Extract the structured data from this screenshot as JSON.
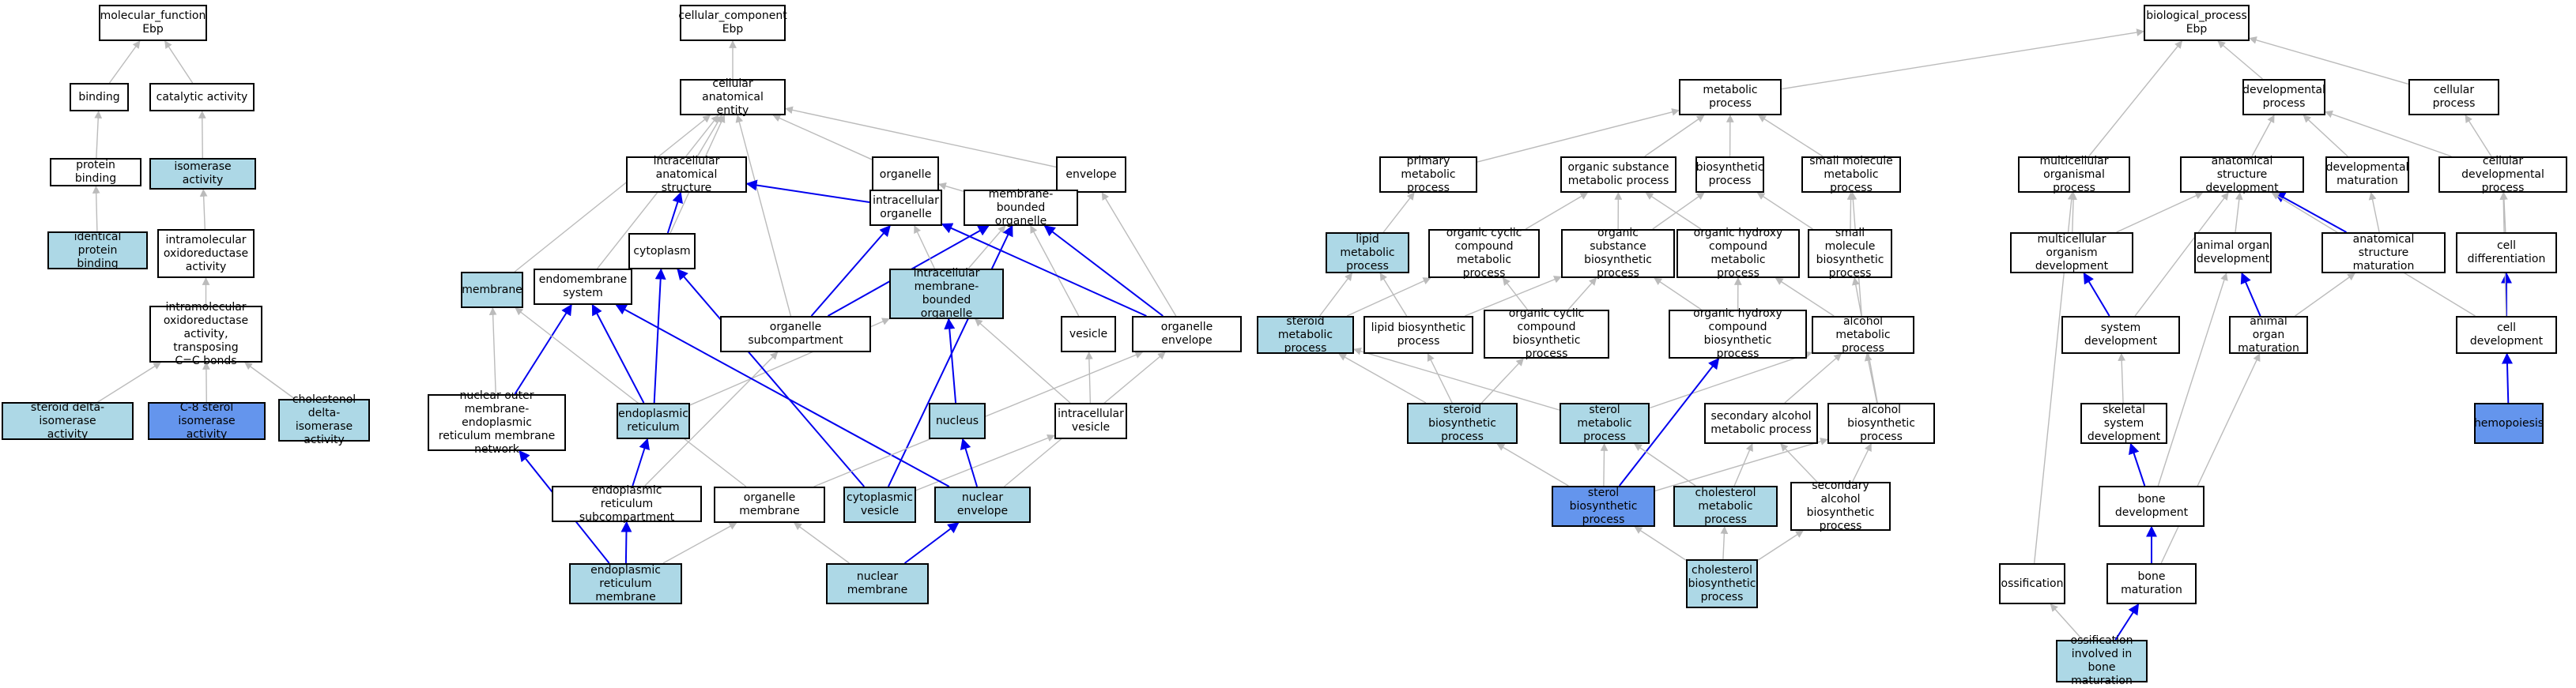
{
  "colors": {
    "default_fill": "#ffffff",
    "highlight_fill": "#add8e6",
    "query_fill": "#6495ed",
    "edge_is_a": "#bbbbbb",
    "edge_annotated_path": "#0000ee"
  },
  "nodes": {
    "mf": {
      "label": "molecular_function\nEbp",
      "fill": "default"
    },
    "bind": {
      "label": "binding",
      "fill": "default"
    },
    "cat": {
      "label": "catalytic activity",
      "fill": "default"
    },
    "pbind": {
      "label": "protein binding",
      "fill": "default"
    },
    "isoact": {
      "label": "isomerase activity",
      "fill": "light"
    },
    "ipb": {
      "label": "identical protein\nbinding",
      "fill": "light"
    },
    "intra": {
      "label": "intramolecular\noxidoreductase\nactivity",
      "fill": "default"
    },
    "intra2": {
      "label": "intramolecular\noxidoreductase\nactivity, transposing\nC=C bonds",
      "fill": "default"
    },
    "sdi": {
      "label": "steroid delta-isomerase\nactivity",
      "fill": "light"
    },
    "c8": {
      "label": "C-8 sterol isomerase\nactivity",
      "fill": "blue"
    },
    "chdi": {
      "label": "cholestenol\ndelta-isomerase\nactivity",
      "fill": "light"
    },
    "cc": {
      "label": "cellular_component\nEbp",
      "fill": "default"
    },
    "cae": {
      "label": "cellular anatomical\nentity",
      "fill": "default"
    },
    "ias": {
      "label": "intracellular\nanatomical structure",
      "fill": "default"
    },
    "org": {
      "label": "organelle",
      "fill": "default"
    },
    "env": {
      "label": "envelope",
      "fill": "default"
    },
    "cyto": {
      "label": "cytoplasm",
      "fill": "default"
    },
    "io": {
      "label": "intracellular\norganelle",
      "fill": "default"
    },
    "mbo": {
      "label": "membrane-bounded\norganelle",
      "fill": "default"
    },
    "mem": {
      "label": "membrane",
      "fill": "light"
    },
    "endo": {
      "label": "endomembrane\nsystem",
      "fill": "default"
    },
    "osub": {
      "label": "organelle subcompartment",
      "fill": "default"
    },
    "imbo": {
      "label": "intracellular\nmembrane-bounded\norganelle",
      "fill": "light"
    },
    "ves": {
      "label": "vesicle",
      "fill": "default"
    },
    "oenv": {
      "label": "organelle envelope",
      "fill": "default"
    },
    "nomer": {
      "label": "nuclear outer\nmembrane-endoplasmic\nreticulum membrane\nnetwork",
      "fill": "default"
    },
    "er": {
      "label": "endoplasmic\nreticulum",
      "fill": "light"
    },
    "nuc": {
      "label": "nucleus",
      "fill": "light"
    },
    "iv": {
      "label": "intracellular\nvesicle",
      "fill": "default"
    },
    "ersub": {
      "label": "endoplasmic\nreticulum subcompartment",
      "fill": "default"
    },
    "omem": {
      "label": "organelle membrane",
      "fill": "default"
    },
    "cves": {
      "label": "cytoplasmic\nvesicle",
      "fill": "light"
    },
    "nenv": {
      "label": "nuclear envelope",
      "fill": "light"
    },
    "erm": {
      "label": "endoplasmic\nreticulum membrane",
      "fill": "light"
    },
    "nmem": {
      "label": "nuclear membrane",
      "fill": "light"
    },
    "bp": {
      "label": "biological_process\nEbp",
      "fill": "default"
    },
    "mp": {
      "label": "metabolic process",
      "fill": "default"
    },
    "dp": {
      "label": "developmental\nprocess",
      "fill": "default"
    },
    "cp": {
      "label": "cellular process",
      "fill": "default"
    },
    "pmp": {
      "label": "primary metabolic\nprocess",
      "fill": "default"
    },
    "osmp": {
      "label": "organic substance\nmetabolic process",
      "fill": "default"
    },
    "bsp": {
      "label": "biosynthetic\nprocess",
      "fill": "default"
    },
    "smmp": {
      "label": "small molecule\nmetabolic process",
      "fill": "default"
    },
    "mop": {
      "label": "multicellular\norganismal process",
      "fill": "default"
    },
    "asd": {
      "label": "anatomical structure\ndevelopment",
      "fill": "default"
    },
    "dm": {
      "label": "developmental\nmaturation",
      "fill": "default"
    },
    "cdp": {
      "label": "cellular developmental\nprocess",
      "fill": "default"
    },
    "lmp": {
      "label": "lipid metabolic\nprocess",
      "fill": "light"
    },
    "occmp": {
      "label": "organic cyclic\ncompound metabolic\nprocess",
      "fill": "default"
    },
    "osbp": {
      "label": "organic substance\nbiosynthetic\nprocess",
      "fill": "default"
    },
    "ohcmp": {
      "label": "organic hydroxy\ncompound metabolic\nprocess",
      "fill": "default"
    },
    "smbp": {
      "label": "small molecule\nbiosynthetic\nprocess",
      "fill": "default"
    },
    "mod": {
      "label": "multicellular\norganism development",
      "fill": "default"
    },
    "aod": {
      "label": "animal organ\ndevelopment",
      "fill": "default"
    },
    "asm": {
      "label": "anatomical structure\nmaturation",
      "fill": "default"
    },
    "cdiff": {
      "label": "cell differentiation",
      "fill": "default"
    },
    "stmp": {
      "label": "steroid metabolic\nprocess",
      "fill": "light"
    },
    "lbp": {
      "label": "lipid biosynthetic\nprocess",
      "fill": "default"
    },
    "occbp": {
      "label": "organic cyclic\ncompound biosynthetic\nprocess",
      "fill": "default"
    },
    "ohcbp": {
      "label": "organic hydroxy\ncompound biosynthetic\nprocess",
      "fill": "default"
    },
    "amp": {
      "label": "alcohol metabolic\nprocess",
      "fill": "default"
    },
    "sd": {
      "label": "system development",
      "fill": "default"
    },
    "aom": {
      "label": "animal organ\nmaturation",
      "fill": "default"
    },
    "cd": {
      "label": "cell development",
      "fill": "default"
    },
    "stbp": {
      "label": "steroid biosynthetic\nprocess",
      "fill": "light"
    },
    "sterm": {
      "label": "sterol metabolic\nprocess",
      "fill": "light"
    },
    "samp": {
      "label": "secondary alcohol\nmetabolic process",
      "fill": "default"
    },
    "abp": {
      "label": "alcohol biosynthetic\nprocess",
      "fill": "default"
    },
    "ssd": {
      "label": "skeletal system\ndevelopment",
      "fill": "default"
    },
    "hemo": {
      "label": "hemopoiesis",
      "fill": "blue"
    },
    "sterb": {
      "label": "sterol biosynthetic\nprocess",
      "fill": "blue"
    },
    "chmp": {
      "label": "cholesterol\nmetabolic process",
      "fill": "light"
    },
    "sabp": {
      "label": "secondary alcohol\nbiosynthetic\nprocess",
      "fill": "default"
    },
    "bdev": {
      "label": "bone development",
      "fill": "default"
    },
    "chbp": {
      "label": "cholesterol\nbiosynthetic\nprocess",
      "fill": "light"
    },
    "oss": {
      "label": "ossification",
      "fill": "default"
    },
    "bmat": {
      "label": "bone maturation",
      "fill": "default"
    },
    "oibm": {
      "label": "ossification\ninvolved in\nbone maturation",
      "fill": "light"
    }
  },
  "edges": [
    [
      "bind",
      "mf",
      "gray"
    ],
    [
      "cat",
      "mf",
      "gray"
    ],
    [
      "pbind",
      "bind",
      "gray"
    ],
    [
      "isoact",
      "cat",
      "gray"
    ],
    [
      "ipb",
      "pbind",
      "gray"
    ],
    [
      "intra",
      "isoact",
      "gray"
    ],
    [
      "intra2",
      "intra",
      "gray"
    ],
    [
      "sdi",
      "intra2",
      "gray"
    ],
    [
      "c8",
      "intra2",
      "gray"
    ],
    [
      "chdi",
      "intra2",
      "gray"
    ],
    [
      "cae",
      "cc",
      "gray"
    ],
    [
      "ias",
      "cae",
      "gray"
    ],
    [
      "org",
      "cae",
      "gray"
    ],
    [
      "env",
      "cae",
      "gray"
    ],
    [
      "cyto",
      "cae",
      "gray"
    ],
    [
      "mem",
      "cae",
      "gray"
    ],
    [
      "endo",
      "cae",
      "gray"
    ],
    [
      "osub",
      "cae",
      "gray"
    ],
    [
      "cyto",
      "ias",
      "blue"
    ],
    [
      "io",
      "ias",
      "blue"
    ],
    [
      "io",
      "org",
      "gray"
    ],
    [
      "mbo",
      "org",
      "gray"
    ],
    [
      "osub",
      "io",
      "blue"
    ],
    [
      "osub",
      "mbo",
      "blue"
    ],
    [
      "imbo",
      "io",
      "gray"
    ],
    [
      "imbo",
      "mbo",
      "gray"
    ],
    [
      "ves",
      "mbo",
      "gray"
    ],
    [
      "oenv",
      "io",
      "blue"
    ],
    [
      "oenv",
      "mbo",
      "blue"
    ],
    [
      "oenv",
      "env",
      "gray"
    ],
    [
      "nomer",
      "endo",
      "blue"
    ],
    [
      "nomer",
      "mem",
      "gray"
    ],
    [
      "er",
      "endo",
      "blue"
    ],
    [
      "er",
      "cyto",
      "blue"
    ],
    [
      "er",
      "imbo",
      "gray"
    ],
    [
      "nuc",
      "imbo",
      "blue"
    ],
    [
      "iv",
      "ves",
      "gray"
    ],
    [
      "iv",
      "imbo",
      "gray"
    ],
    [
      "ersub",
      "er",
      "blue"
    ],
    [
      "ersub",
      "osub",
      "gray"
    ],
    [
      "cves",
      "cyto",
      "blue"
    ],
    [
      "cves",
      "iv",
      "gray"
    ],
    [
      "cves",
      "mbo",
      "blue"
    ],
    [
      "nenv",
      "nuc",
      "blue"
    ],
    [
      "nenv",
      "oenv",
      "gray"
    ],
    [
      "nenv",
      "endo",
      "blue"
    ],
    [
      "omem",
      "oenv",
      "gray"
    ],
    [
      "omem",
      "mem",
      "gray"
    ],
    [
      "erm",
      "ersub",
      "blue"
    ],
    [
      "erm",
      "nomer",
      "blue"
    ],
    [
      "erm",
      "omem",
      "gray"
    ],
    [
      "nmem",
      "nenv",
      "blue"
    ],
    [
      "nmem",
      "omem",
      "gray"
    ],
    [
      "mp",
      "bp",
      "gray"
    ],
    [
      "dp",
      "bp",
      "gray"
    ],
    [
      "cp",
      "bp",
      "gray"
    ],
    [
      "mop",
      "bp",
      "gray"
    ],
    [
      "pmp",
      "mp",
      "gray"
    ],
    [
      "osmp",
      "mp",
      "gray"
    ],
    [
      "bsp",
      "mp",
      "gray"
    ],
    [
      "smmp",
      "mp",
      "gray"
    ],
    [
      "asd",
      "dp",
      "gray"
    ],
    [
      "dm",
      "dp",
      "gray"
    ],
    [
      "cdp",
      "dp",
      "gray"
    ],
    [
      "cdp",
      "cp",
      "gray"
    ],
    [
      "lmp",
      "pmp",
      "gray"
    ],
    [
      "occmp",
      "osmp",
      "gray"
    ],
    [
      "osbp",
      "osmp",
      "gray"
    ],
    [
      "osbp",
      "bsp",
      "gray"
    ],
    [
      "ohcmp",
      "osmp",
      "gray"
    ],
    [
      "smbp",
      "smmp",
      "gray"
    ],
    [
      "smbp",
      "bsp",
      "gray"
    ],
    [
      "mod",
      "asd",
      "gray"
    ],
    [
      "mod",
      "mop",
      "gray"
    ],
    [
      "aod",
      "asd",
      "gray"
    ],
    [
      "asm",
      "asd",
      "blue"
    ],
    [
      "asm",
      "dm",
      "gray"
    ],
    [
      "cdiff",
      "cdp",
      "gray"
    ],
    [
      "stmp",
      "lmp",
      "gray"
    ],
    [
      "stmp",
      "occmp",
      "gray"
    ],
    [
      "lbp",
      "lmp",
      "gray"
    ],
    [
      "lbp",
      "osbp",
      "gray"
    ],
    [
      "occbp",
      "occmp",
      "gray"
    ],
    [
      "occbp",
      "osbp",
      "gray"
    ],
    [
      "ohcbp",
      "ohcmp",
      "gray"
    ],
    [
      "ohcbp",
      "osbp",
      "gray"
    ],
    [
      "amp",
      "ohcmp",
      "gray"
    ],
    [
      "amp",
      "smmp",
      "gray"
    ],
    [
      "sd",
      "mod",
      "blue"
    ],
    [
      "sd",
      "asd",
      "gray"
    ],
    [
      "aom",
      "aod",
      "blue"
    ],
    [
      "aom",
      "asm",
      "gray"
    ],
    [
      "cd",
      "cdiff",
      "blue"
    ],
    [
      "cd",
      "asd",
      "gray"
    ],
    [
      "cd",
      "cdp",
      "gray"
    ],
    [
      "stbp",
      "stmp",
      "gray"
    ],
    [
      "stbp",
      "lbp",
      "gray"
    ],
    [
      "stbp",
      "occbp",
      "gray"
    ],
    [
      "sterm",
      "stmp",
      "gray"
    ],
    [
      "sterm",
      "amp",
      "gray"
    ],
    [
      "samp",
      "amp",
      "gray"
    ],
    [
      "abp",
      "amp",
      "gray"
    ],
    [
      "abp",
      "smbp",
      "gray"
    ],
    [
      "ssd",
      "sd",
      "gray"
    ],
    [
      "hemo",
      "cd",
      "blue"
    ],
    [
      "sterb",
      "stbp",
      "gray"
    ],
    [
      "sterb",
      "sterm",
      "gray"
    ],
    [
      "sterb",
      "ohcbp",
      "blue"
    ],
    [
      "sterb",
      "abp",
      "gray"
    ],
    [
      "chmp",
      "sterm",
      "gray"
    ],
    [
      "chmp",
      "samp",
      "gray"
    ],
    [
      "sabp",
      "samp",
      "gray"
    ],
    [
      "sabp",
      "abp",
      "gray"
    ],
    [
      "bdev",
      "ssd",
      "blue"
    ],
    [
      "bdev",
      "aod",
      "gray"
    ],
    [
      "chbp",
      "sterb",
      "gray"
    ],
    [
      "chbp",
      "chmp",
      "gray"
    ],
    [
      "chbp",
      "sabp",
      "gray"
    ],
    [
      "oss",
      "mop",
      "gray"
    ],
    [
      "bmat",
      "bdev",
      "blue"
    ],
    [
      "bmat",
      "aom",
      "gray"
    ],
    [
      "oibm",
      "bmat",
      "blue"
    ],
    [
      "oibm",
      "oss",
      "gray"
    ]
  ]
}
